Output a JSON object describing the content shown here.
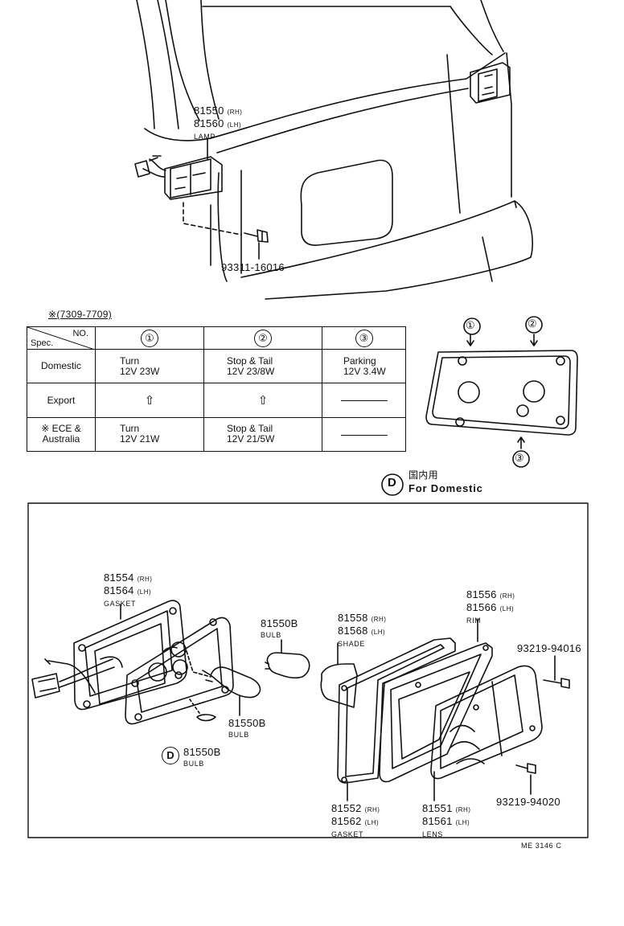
{
  "top_callouts": {
    "lamp": {
      "rh": "81550",
      "rh_tag": "(RH)",
      "lh": "81560",
      "lh_tag": "(LH)",
      "name": "LAMP"
    },
    "screw": "93311-16016"
  },
  "spec_table": {
    "note": "※(7309-7709)",
    "header_no": "NO.",
    "header_spec": "Spec.",
    "columns": [
      "①",
      "②",
      "③"
    ],
    "rows": [
      {
        "label": [
          "Domestic"
        ],
        "cells": [
          [
            "Turn",
            "12V 23W"
          ],
          [
            "Stop & Tail",
            "12V 23/8W"
          ],
          [
            "Parking",
            "12V 3.4W"
          ]
        ]
      },
      {
        "label": [
          "Export"
        ],
        "cells": [
          [
            "⇧"
          ],
          [
            "⇧"
          ],
          [
            "—"
          ]
        ]
      },
      {
        "label": [
          "※ ECE &",
          "Australia"
        ],
        "cells": [
          [
            "Turn",
            "12V 21W"
          ],
          [
            "Stop & Tail",
            "12V 21/5W"
          ],
          [
            "—"
          ]
        ]
      }
    ]
  },
  "bulb_plate": {
    "n1": "①",
    "n2": "②",
    "n3": "③"
  },
  "domestic_note": {
    "letter": "D",
    "jp": "国内用",
    "en": "For Domestic"
  },
  "exploded": {
    "gasket_top": {
      "rh": "81554",
      "rh_tag": "(RH)",
      "lh": "81564",
      "lh_tag": "(LH)",
      "name": "GASKET"
    },
    "bulb_a": {
      "code": "81550B",
      "name": "BULB"
    },
    "bulb_b": {
      "code": "81550B",
      "name": "BULB"
    },
    "bulb_d": {
      "letter": "D",
      "code": "81550B",
      "name": "BULB"
    },
    "shade": {
      "rh": "81558",
      "rh_tag": "(RH)",
      "lh": "81568",
      "lh_tag": "(LH)",
      "name": "SHADE"
    },
    "rim": {
      "rh": "81556",
      "rh_tag": "(RH)",
      "lh": "81566",
      "lh_tag": "(LH)",
      "name": "RIM"
    },
    "screw_a": "93219-94016",
    "screw_b": "93219-94020",
    "gasket_bottom": {
      "rh": "81552",
      "rh_tag": "(RH)",
      "lh": "81562",
      "lh_tag": "(LH)",
      "name": "GASKET"
    },
    "lens": {
      "rh": "81551",
      "rh_tag": "(RH)",
      "lh": "81561",
      "lh_tag": "(LH)",
      "name": "LENS"
    },
    "ref": "ME 3146  C"
  }
}
